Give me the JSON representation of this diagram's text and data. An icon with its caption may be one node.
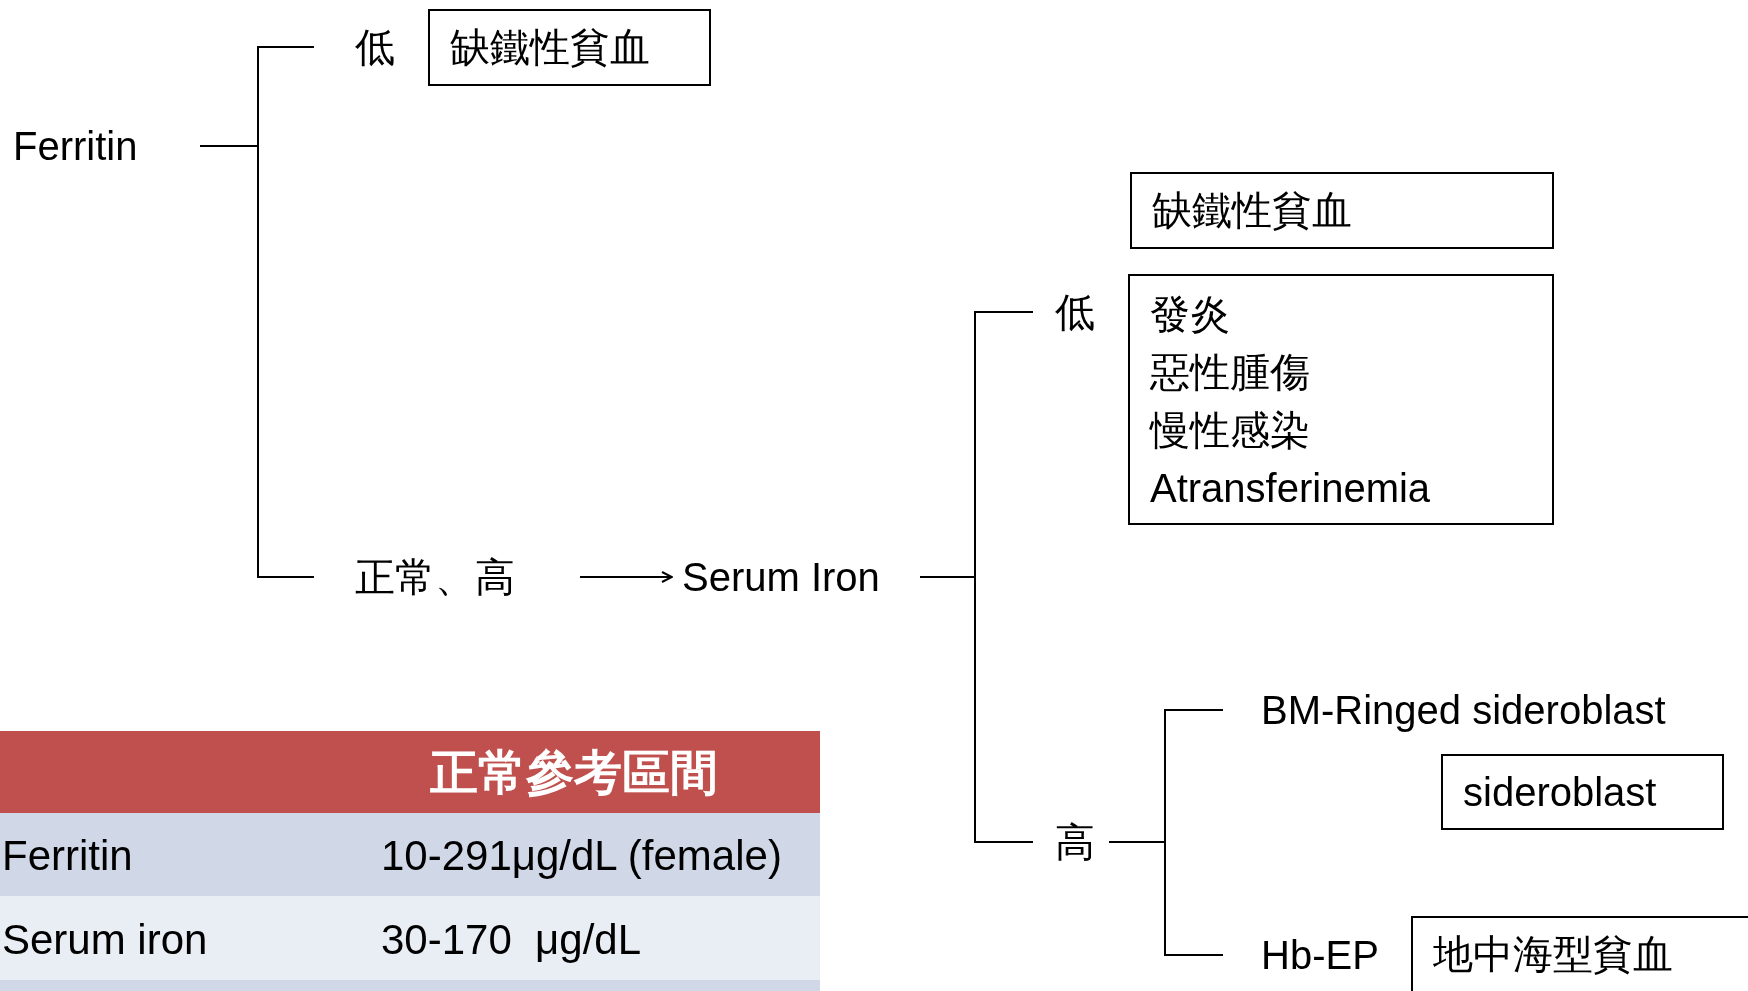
{
  "diagram": {
    "nodes": [
      {
        "text": [
          "Ferritin"
        ]
      },
      {
        "text": [
          "低"
        ]
      },
      {
        "text": [
          "缺鐵性貧血"
        ]
      },
      {
        "text": [
          "正常、高"
        ]
      },
      {
        "text": [
          "Serum Iron"
        ]
      },
      {
        "text": [
          "缺鐵性貧血"
        ]
      },
      {
        "text": [
          "低"
        ]
      },
      {
        "text": [
          "發炎",
          "惡性腫傷",
          "慢性感染",
          "Atransferinemia"
        ]
      },
      {
        "text": [
          "高"
        ]
      },
      {
        "text": [
          "BM-Ringed sideroblast"
        ]
      },
      {
        "text": [
          "sideroblast"
        ]
      },
      {
        "text": [
          "Hb-EP"
        ]
      },
      {
        "text": [
          "地中海型貧血"
        ]
      }
    ],
    "edges": [
      {
        "from": 0,
        "to": 1,
        "arrow": "none"
      },
      {
        "from": 0,
        "to": 3,
        "arrow": "none"
      },
      {
        "from": 3,
        "to": 4,
        "arrow": "to"
      },
      {
        "from": 4,
        "to": 6,
        "arrow": "none"
      },
      {
        "from": 4,
        "to": 8,
        "arrow": "none"
      },
      {
        "from": 8,
        "to": 9,
        "arrow": "none"
      },
      {
        "from": 8,
        "to": 11,
        "arrow": "none"
      }
    ],
    "labels": [
      "正常參考區間",
      "Ferritin",
      "10-291μg/dL (female)",
      "Serum iron",
      "30-170  μg/dL"
    ]
  }
}
